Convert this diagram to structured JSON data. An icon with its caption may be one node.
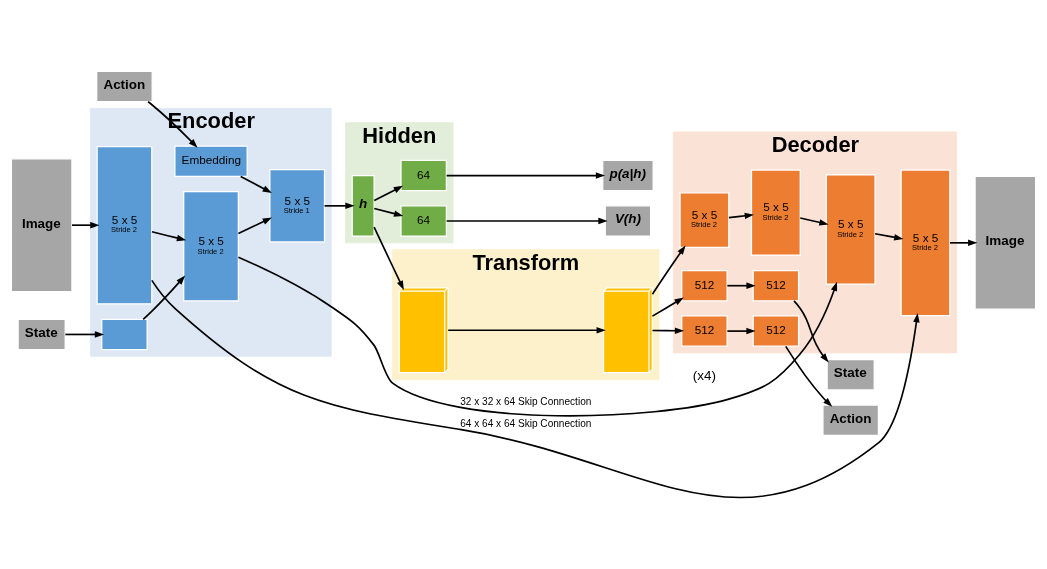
{
  "diagram": {
    "nodes": [
      {
        "text": [
          "Encoder"
        ]
      },
      {
        "text": [
          "Hidden"
        ]
      },
      {
        "text": [
          "Transform"
        ]
      },
      {
        "text": [
          "Decoder"
        ]
      },
      {
        "text": [
          "Image"
        ]
      },
      {
        "text": [
          "State"
        ]
      },
      {
        "text": [
          "Action"
        ]
      },
      {
        "text": [
          "5 x 5",
          "Stride 2"
        ],
        "in": 0
      },
      {
        "text": [
          "5 x 5",
          "Stride 2"
        ],
        "in": 0
      },
      {
        "text": [
          "5 x 5",
          "Stride 1"
        ],
        "in": 0
      },
      {
        "text": [],
        "shape": "box",
        "in": 0
      },
      {
        "text": [
          "Embedding"
        ],
        "in": 0
      },
      {
        "text": [
          "h"
        ],
        "in": 1
      },
      {
        "text": [
          "64"
        ],
        "in": 1
      },
      {
        "text": [
          "64"
        ],
        "in": 1
      },
      {
        "text": [
          "p(a|h)"
        ]
      },
      {
        "text": [
          "V(h)"
        ]
      },
      {
        "text": [],
        "shape": "box",
        "in": 2
      },
      {
        "text": [],
        "shape": "box",
        "in": 2
      },
      {
        "text": [
          "5 x 5",
          "Stride 2"
        ],
        "in": 3
      },
      {
        "text": [
          "5 x 5",
          "Stride 2"
        ],
        "in": 3
      },
      {
        "text": [
          "5 x 5",
          "Stride 2"
        ],
        "in": 3
      },
      {
        "text": [
          "5 x 5",
          "Stride 2"
        ],
        "in": 3
      },
      {
        "text": [
          "512"
        ],
        "in": 3
      },
      {
        "text": [
          "512"
        ],
        "in": 3
      },
      {
        "text": [
          "512"
        ],
        "in": 3
      },
      {
        "text": [
          "512"
        ],
        "in": 3
      },
      {
        "text": [
          "Image"
        ]
      },
      {
        "text": [
          "State"
        ]
      },
      {
        "text": [
          "Action"
        ]
      }
    ],
    "edges": [
      {
        "from": 4,
        "to": 7,
        "arrow": "to"
      },
      {
        "from": 7,
        "to": 8,
        "arrow": "to"
      },
      {
        "from": 8,
        "to": 9,
        "arrow": "to"
      },
      {
        "from": 9,
        "to": 12,
        "arrow": "to"
      },
      {
        "from": 12,
        "to": 17,
        "arrow": "to"
      },
      {
        "from": 17,
        "to": 18,
        "arrow": "to"
      },
      {
        "from": 18,
        "to": 19,
        "arrow": "to"
      },
      {
        "from": 19,
        "to": 20,
        "arrow": "to"
      },
      {
        "from": 20,
        "to": 21,
        "arrow": "to"
      },
      {
        "from": 21,
        "to": 22,
        "arrow": "to"
      },
      {
        "from": 22,
        "to": 27,
        "arrow": "to"
      },
      {
        "from": 7,
        "to": 22,
        "label": "64 x 64 x 64 Skip Connection",
        "arrow": "to"
      },
      {
        "from": 8,
        "to": 21,
        "label": "32 x 32 x 64 Skip Connection",
        "arrow": "to"
      },
      {
        "from": 5,
        "to": 10,
        "arrow": "to"
      },
      {
        "from": 10,
        "to": 8,
        "arrow": "to"
      },
      {
        "from": 6,
        "to": 11,
        "arrow": "to"
      },
      {
        "from": 11,
        "to": 9,
        "arrow": "to"
      },
      {
        "from": 12,
        "to": 13,
        "arrow": "to"
      },
      {
        "from": 12,
        "to": 14,
        "arrow": "to"
      },
      {
        "from": 13,
        "to": 15,
        "arrow": "to"
      },
      {
        "from": 14,
        "to": 16,
        "arrow": "to"
      },
      {
        "from": 18,
        "to": 23,
        "arrow": "to"
      },
      {
        "from": 18,
        "to": 24,
        "arrow": "to"
      },
      {
        "from": 23,
        "to": 25,
        "arrow": "to"
      },
      {
        "from": 24,
        "to": 26,
        "arrow": "to"
      },
      {
        "from": 25,
        "to": 28,
        "arrow": "to"
      },
      {
        "from": 26,
        "to": 29,
        "arrow": "to"
      }
    ],
    "labels": [
      "(x4)"
    ]
  }
}
